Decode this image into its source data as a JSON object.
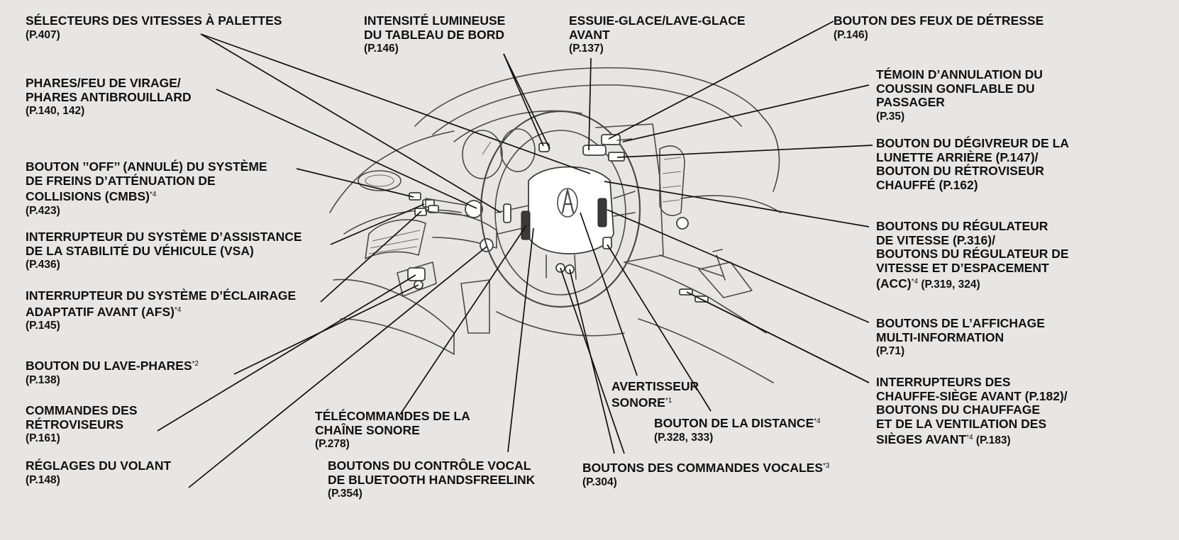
{
  "colors": {
    "background": "#e7e6e5",
    "text": "#111111",
    "leader": "#111111"
  },
  "callouts": [
    {
      "id": "palettes",
      "lines": [
        "SÉLECTEURS DES VITESSES À PALETTES"
      ],
      "page": "(P.407)"
    },
    {
      "id": "phares",
      "lines": [
        "PHARES/FEU DE VIRAGE/",
        "PHARES ANTIBROUILLARD"
      ],
      "page": "(P.140, 142)"
    },
    {
      "id": "cmbs",
      "lines": [
        "BOUTON ’’OFF’’ (ANNULÉ) DU SYSTÈME",
        "DE FREINS D’ATTÉNUATION DE",
        "COLLISIONS (CMBS)"
      ],
      "note": "*4",
      "page": "(P.423)"
    },
    {
      "id": "vsa",
      "lines": [
        "INTERRUPTEUR DU SYSTÈME D’ASSISTANCE",
        "DE LA STABILITÉ DU VÉHICULE (VSA)"
      ],
      "page": "(P.436)"
    },
    {
      "id": "afs",
      "lines": [
        "INTERRUPTEUR DU SYSTÈME D’ÉCLAIRAGE",
        "ADAPTATIF AVANT (AFS)"
      ],
      "note": "*4",
      "page": "(P.145)"
    },
    {
      "id": "lavephares",
      "lines": [
        "BOUTON DU LAVE-PHARES"
      ],
      "note": "*2",
      "page": "(P.138)"
    },
    {
      "id": "retroviseurs",
      "lines": [
        "COMMANDES DES",
        "RÉTROVISEURS"
      ],
      "page": "(P.161)"
    },
    {
      "id": "volant",
      "lines": [
        "RÉGLAGES DU VOLANT"
      ],
      "page": "(P.148)"
    },
    {
      "id": "intensite",
      "lines": [
        "INTENSITÉ LUMINEUSE",
        "DU TABLEAU DE BORD"
      ],
      "page": "(P.146)"
    },
    {
      "id": "essuie",
      "lines": [
        "ESSUIE-GLACE/LAVE-GLACE",
        "AVANT"
      ],
      "page": "(P.137)"
    },
    {
      "id": "telecommandes",
      "lines": [
        "TÉLÉCOMMANDES DE LA",
        "CHAÎNE SONORE"
      ],
      "page": "(P.278)"
    },
    {
      "id": "bluetooth",
      "lines": [
        "BOUTONS DU CONTRÔLE VOCAL",
        "DE BLUETOOTH HANDSFREELINK"
      ],
      "page": "(P.354)"
    },
    {
      "id": "avertisseur",
      "lines": [
        "AVERTISSEUR",
        "SONORE"
      ],
      "note": "*1"
    },
    {
      "id": "distance",
      "lines": [
        "BOUTON DE LA DISTANCE"
      ],
      "note": "*4",
      "page": "(P.328, 333)"
    },
    {
      "id": "vocales",
      "lines": [
        "BOUTONS DES COMMANDES VOCALES"
      ],
      "note": "*3",
      "page": "(P.304)"
    },
    {
      "id": "detresse",
      "lines": [
        "BOUTON DES FEUX DE DÉTRESSE"
      ],
      "page": "(P.146)"
    },
    {
      "id": "coussin",
      "lines": [
        "TÉMOIN D’ANNULATION DU",
        "COUSSIN GONFLABLE DU",
        "PASSAGER"
      ],
      "page": "(P.35)"
    },
    {
      "id": "degivreur",
      "lines": [
        "BOUTON DU DÉGIVREUR DE LA",
        "LUNETTE ARRIÈRE (P.147)/",
        "BOUTON DU RÉTROVISEUR",
        "CHAUFFÉ (P.162)"
      ]
    },
    {
      "id": "regulateur",
      "lines": [
        "BOUTONS DU RÉGULATEUR",
        "DE VITESSE (P.316)/",
        "BOUTONS DU RÉGULATEUR DE",
        "VITESSE ET D’ESPACEMENT",
        "(ACC)"
      ],
      "note": "*4",
      "tail": " (P.319, 324)"
    },
    {
      "id": "affichage",
      "lines": [
        "BOUTONS DE L’AFFICHAGE",
        "MULTI-INFORMATION"
      ],
      "page": "(P.71)"
    },
    {
      "id": "sieges",
      "lines": [
        "INTERRUPTEURS DES",
        "CHAUFFE-SIÈGE AVANT (P.182)/",
        "BOUTONS DU CHAUFFAGE",
        "ET DE LA VENTILATION DES",
        "SIÈGES AVANT"
      ],
      "note": "*4",
      "tail": " (P.183)"
    }
  ]
}
